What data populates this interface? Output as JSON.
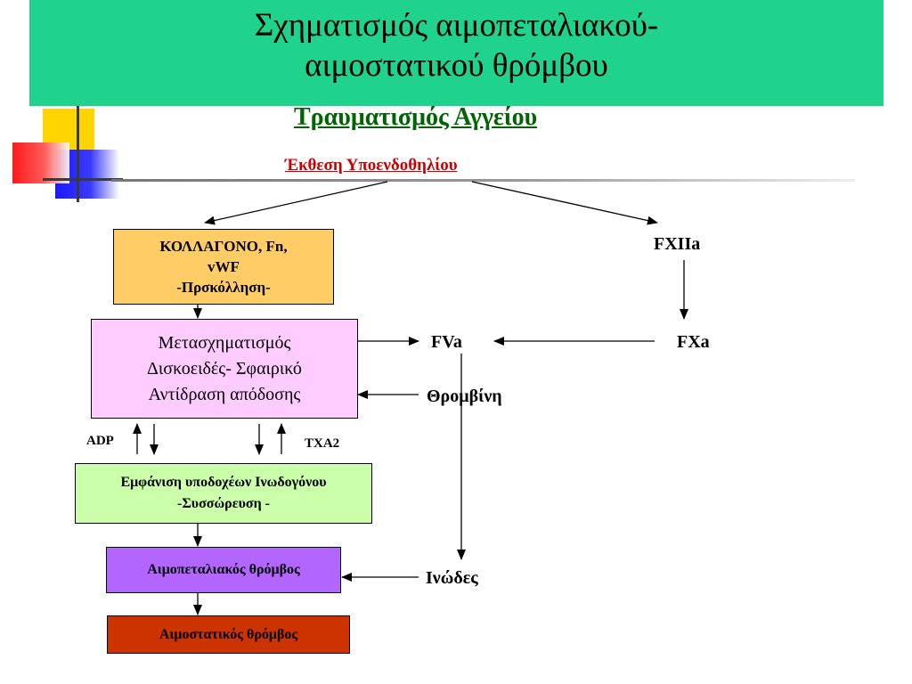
{
  "header": {
    "title_line1": "Σχηματισμός αιμοπεταλιακού-",
    "title_line2": "αιμοστατικού θρόμβου"
  },
  "subtitle": "Τραυματισμός Αγγείου",
  "exposure": "Έκθεση Υποενδοθηλίου",
  "boxes": {
    "collagen": {
      "line1": "ΚΟΛΛΑΓΟΝΟ, Fn,",
      "line2": "vWF",
      "line3": "-Πρσκόλληση-",
      "color": "#ffcc66"
    },
    "transformation": {
      "line1": "Μετασχηματισμός",
      "line2": "Δισκοειδές- Σφαιρικό",
      "line3": "Αντίδραση απόδοσης",
      "color": "#ffccff"
    },
    "receptors": {
      "line1": "Εμφάνιση υποδοχέων Ινωδογόνου",
      "line2": "-Συσσώρευση -",
      "color": "#ccffaa"
    },
    "platelet_thrombus": {
      "label": "Αιμοπεταλιακός θρόμβος",
      "color": "#b366ff"
    },
    "hemostatic_thrombus": {
      "label": "Αιμοστατικός θρόμβος",
      "color": "#cc3300"
    }
  },
  "labels": {
    "fxiia": "FXIIa",
    "fva": "FVa",
    "fxa": "FXa",
    "thrombin": "Θρομβίνη",
    "fibrin": "Ινώδες",
    "adp": "ADP",
    "txa2": "TXA2"
  }
}
